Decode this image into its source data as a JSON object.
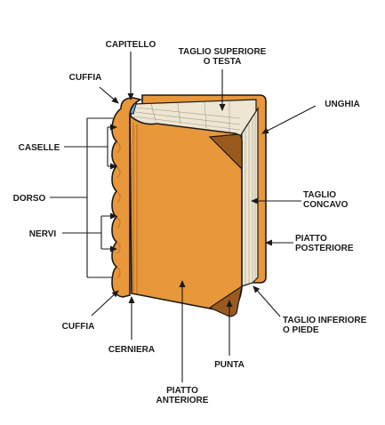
{
  "labels": {
    "capitello": "CAPITELLO",
    "taglio_superiore_1": "TAGLIO SUPERIORE",
    "taglio_superiore_2": "O TESTA",
    "cuffia_top": "CUFFIA",
    "unghia": "UNGHIA",
    "caselle": "CASELLE",
    "dorso": "DORSO",
    "taglio_concavo_1": "TAGLIO",
    "taglio_concavo_2": "CONCAVO",
    "nervi": "NERVI",
    "piatto_posteriore_1": "PIATTO",
    "piatto_posteriore_2": "POSTERIORE",
    "cuffia_bottom": "CUFFIA",
    "taglio_inferiore_1": "TAGLIO INFERIORE",
    "taglio_inferiore_2": "O PIEDE",
    "cerniera": "CERNIERA",
    "punta": "PUNTA",
    "piatto_anteriore_1": "PIATTO",
    "piatto_anteriore_2": "ANTERIORE"
  },
  "colors": {
    "cover": "#E8973A",
    "cover_shadow": "#C9762A",
    "corner": "#9A5A1E",
    "pages": "#EDE6D2",
    "headband": "#5EA6D8",
    "outline": "#1A1A1A"
  }
}
